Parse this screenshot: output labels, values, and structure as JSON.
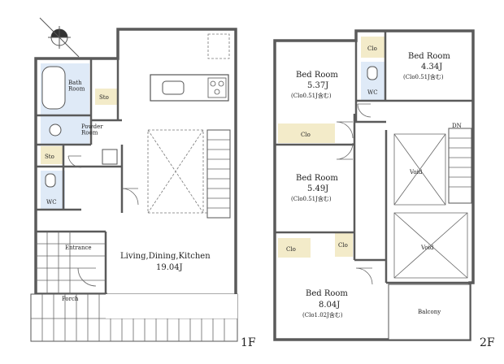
{
  "floor1": {
    "label": "1F",
    "rooms": {
      "bath": "Bath\nRoom",
      "sto_top": "Sto",
      "powder": "Powder\nRoom",
      "sto_mid": "Sto",
      "wc": "WC",
      "entrance": "Entrance",
      "porch": "Porch",
      "ldk_name": "Living,Dining,Kitchen",
      "ldk_size": "19.04J"
    }
  },
  "floor2": {
    "label": "2F",
    "rooms": {
      "bed1_name": "Bed Room",
      "bed1_size": "5.37J",
      "bed1_clo": "(Clo0.51J含む)",
      "bed2_name": "Bed Room",
      "bed2_size": "4.34J",
      "bed2_clo": "(Clo0.51J含む)",
      "bed3_name": "Bed Room",
      "bed3_size": "5.49J",
      "bed3_clo": "(Clo0.51J含む)",
      "bed4_name": "Bed Room",
      "bed4_size": "8.04J",
      "bed4_clo": "(Clo1.02J含む)",
      "clo_a": "Clo",
      "clo_b": "Clo",
      "clo_c": "Clo",
      "clo_d": "Clo",
      "wc": "WC",
      "void1": "Void",
      "void2": "Void",
      "dn": "DN",
      "balcony": "Balcony"
    }
  },
  "colors": {
    "closet": "#f3ebc9",
    "wet": "#dfeaf7",
    "wall": "#5a5a5a"
  }
}
